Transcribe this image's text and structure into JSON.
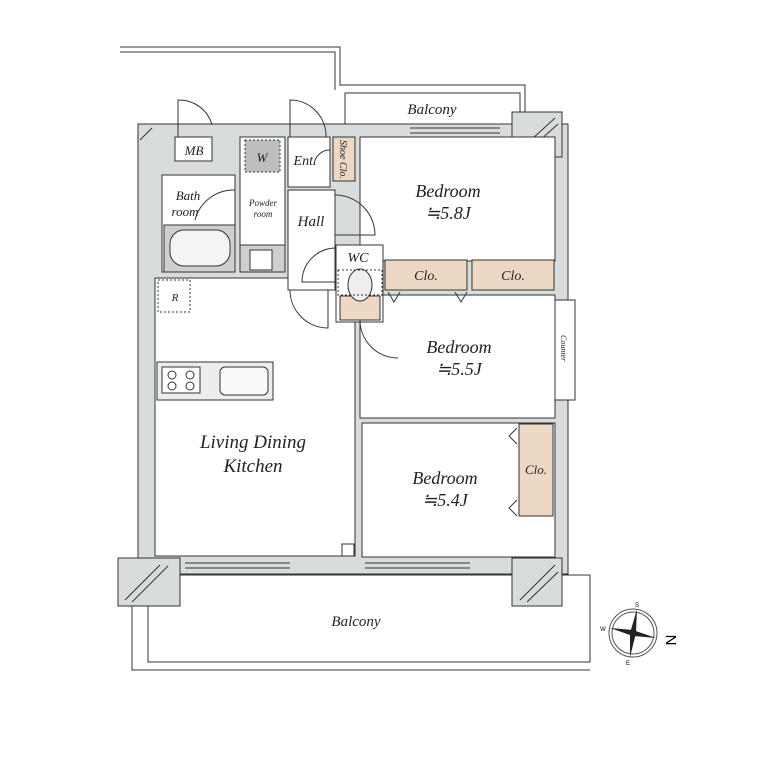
{
  "floor_plan": {
    "rooms": {
      "balcony_top": "Balcony",
      "mb": "MB",
      "w": "W",
      "ent": "Ent.",
      "shoe_clo": "Shoe Clo.",
      "bath_line1": "Bath",
      "bath_line2": "room",
      "powder_line1": "Powder",
      "powder_line2": "room",
      "hall": "Hall",
      "wc": "WC",
      "r": "R",
      "bedroom1_name": "Bedroom",
      "bedroom1_size": "≒5.8J",
      "clo1": "Clo.",
      "clo2": "Clo.",
      "bedroom2_name": "Bedroom",
      "bedroom2_size": "≒5.5J",
      "counter": "Counter",
      "ldk_line1": "Living Dining",
      "ldk_line2": "Kitchen",
      "bedroom3_name": "Bedroom",
      "bedroom3_size": "≒5.4J",
      "clo3": "Clo.",
      "balcony_bottom": "Balcony"
    },
    "compass": {
      "north_label": "N",
      "s": "S",
      "w": "W",
      "e": "E"
    },
    "colors": {
      "wall": "#d9dcdc",
      "closet": "#ecd8c5",
      "line": "#333333"
    }
  }
}
